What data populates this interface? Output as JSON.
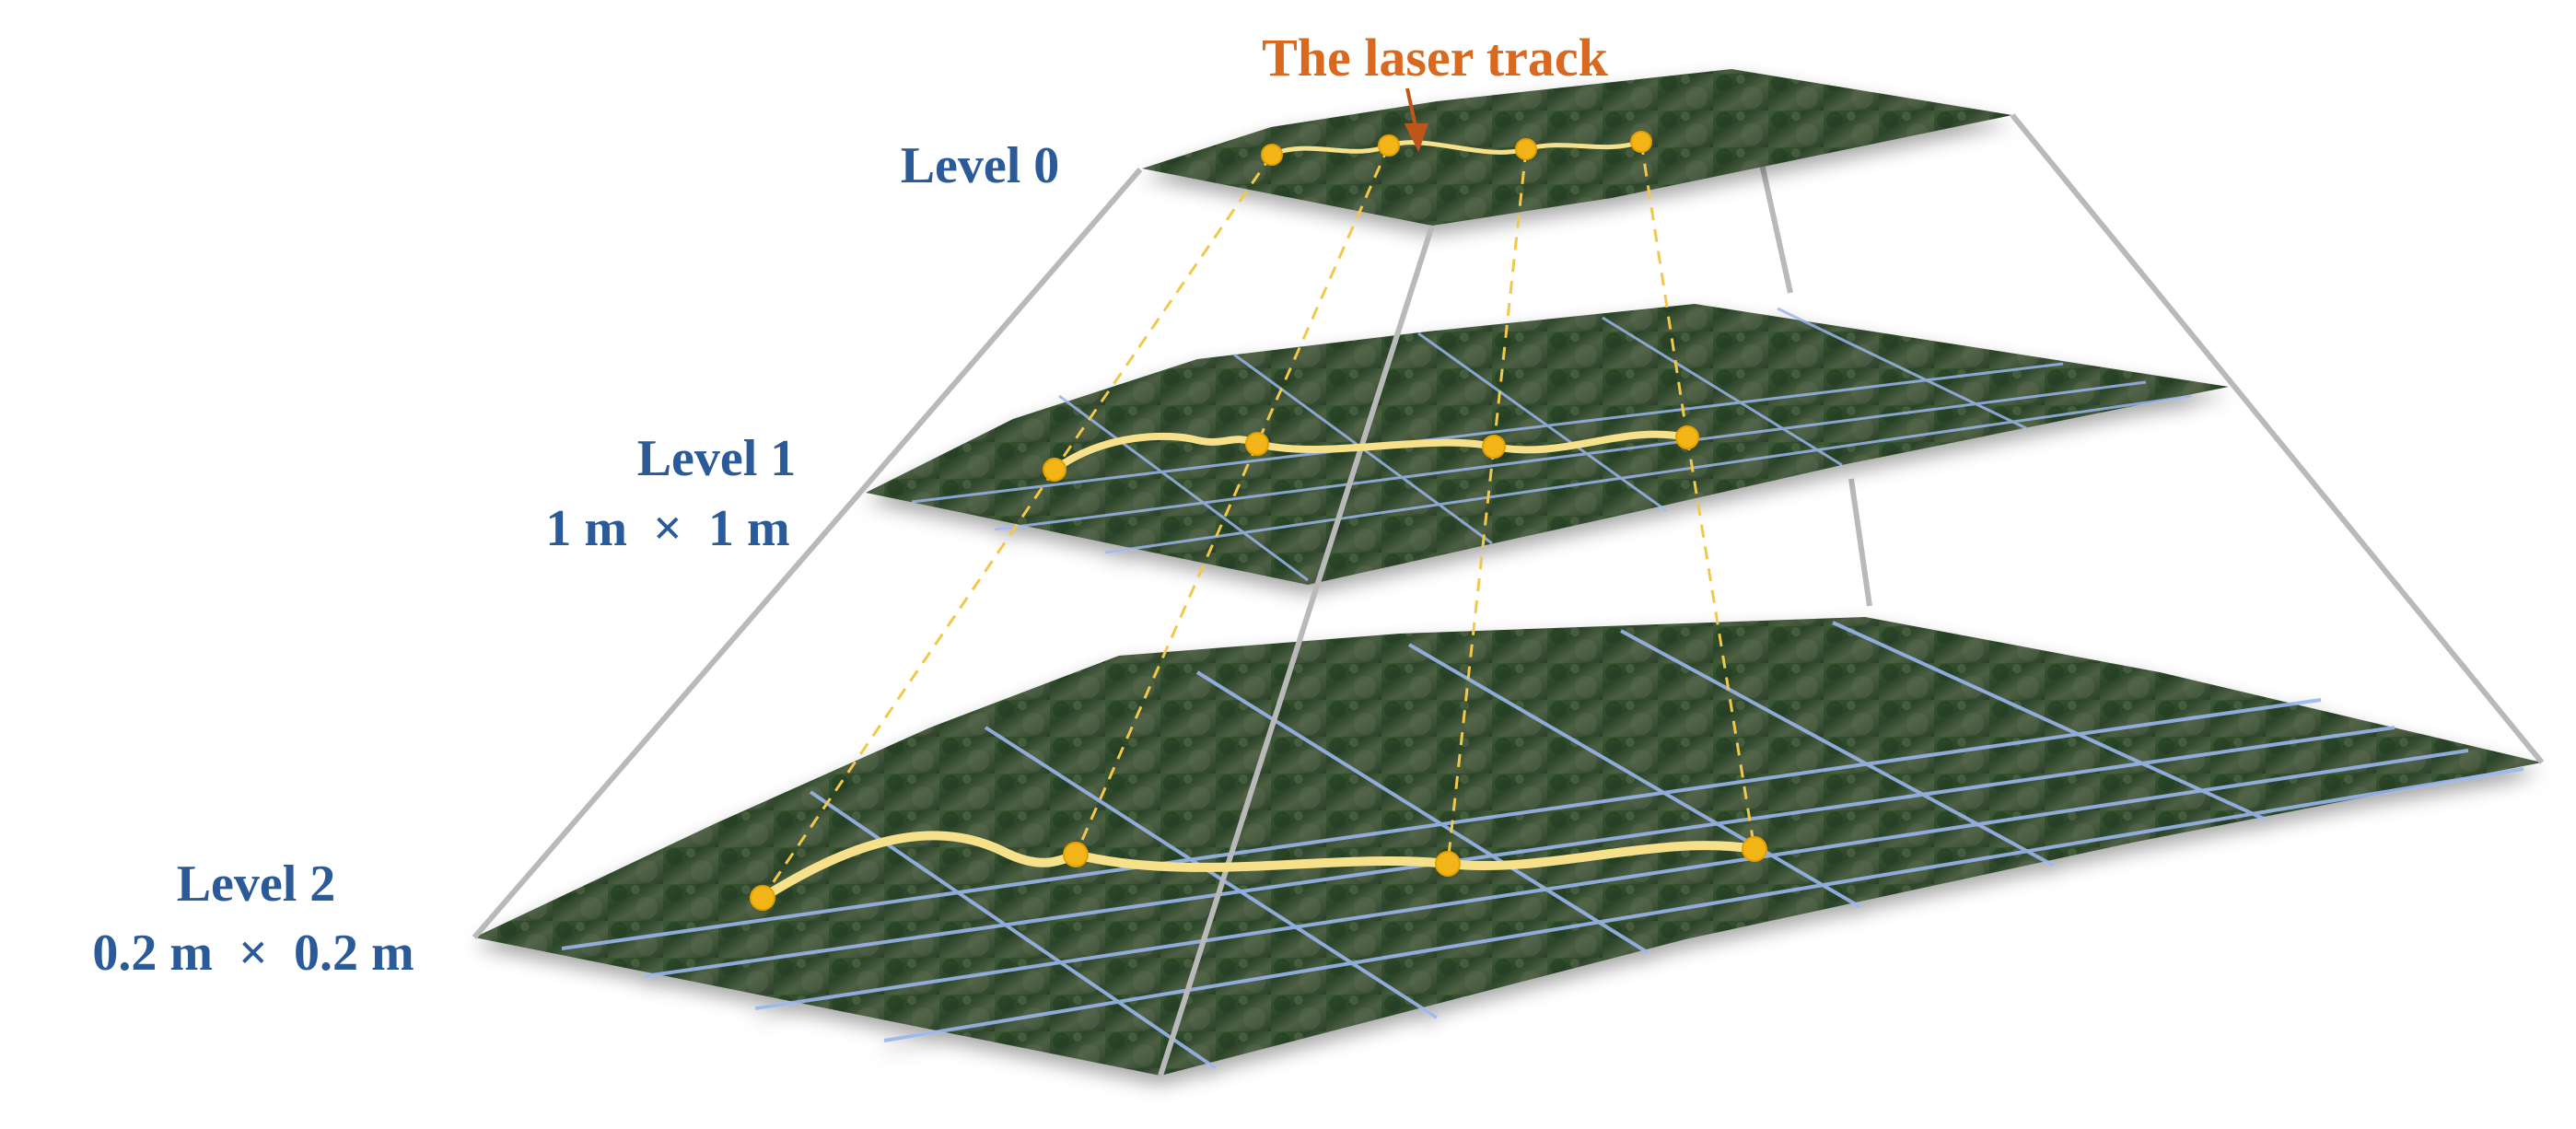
{
  "title": "The laser track",
  "levels": [
    {
      "name": "Level 0",
      "resolution": ""
    },
    {
      "name": "Level 1",
      "resolution": "1 m  ×  1 m"
    },
    {
      "name": "Level 2",
      "resolution": "0.2 m  ×  0.2 m"
    }
  ],
  "colors": {
    "label": "#2a5a97",
    "title": "#d8691e",
    "track": "#f7e08a",
    "point": "#f2b416",
    "grid": "#9ab6ec",
    "terrain": "#2f4a2c",
    "frame": "#b9b9b9"
  }
}
